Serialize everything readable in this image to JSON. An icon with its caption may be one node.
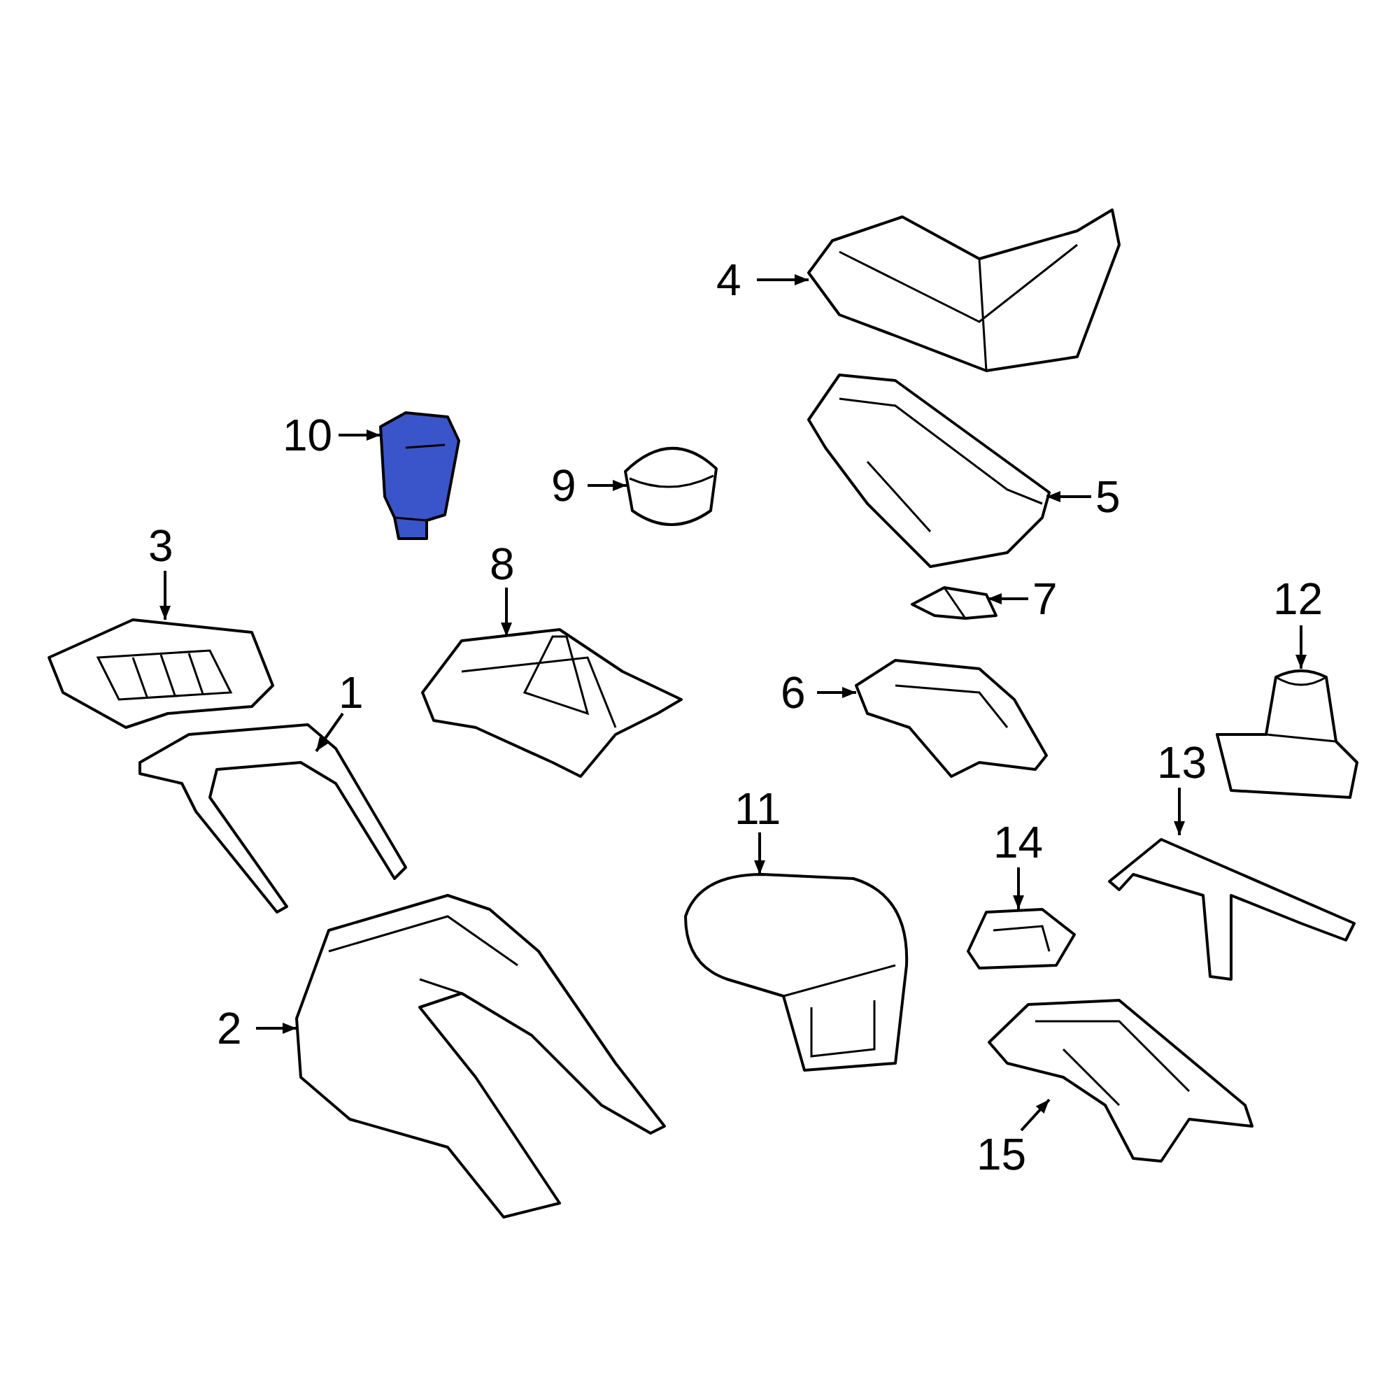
{
  "diagram": {
    "nodes": [
      {
        "text": [
          "4"
        ]
      },
      {
        "text": [
          "10"
        ]
      },
      {
        "text": [
          "9"
        ]
      },
      {
        "text": [
          "5"
        ]
      },
      {
        "text": [
          "7"
        ]
      },
      {
        "text": [
          "12"
        ]
      },
      {
        "text": [
          "3"
        ]
      },
      {
        "text": [
          "8"
        ]
      },
      {
        "text": [
          "6"
        ]
      },
      {
        "text": [
          "1"
        ]
      },
      {
        "text": [
          "13"
        ]
      },
      {
        "text": [
          "11"
        ]
      },
      {
        "text": [
          "14"
        ]
      },
      {
        "text": [
          "2"
        ]
      },
      {
        "text": [
          "15"
        ]
      },
      {
        "text": [],
        "shape": "picture"
      },
      {
        "text": [],
        "shape": "picture"
      },
      {
        "text": [],
        "shape": "picture"
      },
      {
        "text": [],
        "shape": "picture"
      },
      {
        "text": [],
        "shape": "picture"
      },
      {
        "text": [],
        "shape": "picture"
      },
      {
        "text": [],
        "shape": "picture"
      },
      {
        "text": [],
        "shape": "picture"
      },
      {
        "text": [],
        "shape": "picture"
      },
      {
        "text": [],
        "shape": "picture"
      },
      {
        "text": [],
        "shape": "picture"
      },
      {
        "text": [],
        "shape": "picture"
      },
      {
        "text": [],
        "shape": "picture"
      },
      {
        "text": [],
        "shape": "picture"
      },
      {
        "text": [],
        "shape": "picture"
      }
    ],
    "edges": [
      {
        "from": 0,
        "to": 15,
        "arrow": "to"
      },
      {
        "from": 1,
        "to": 16,
        "arrow": "to"
      },
      {
        "from": 2,
        "to": 17,
        "arrow": "to"
      },
      {
        "from": 3,
        "to": 18,
        "arrow": "to"
      },
      {
        "from": 4,
        "to": 19,
        "arrow": "to"
      },
      {
        "from": 5,
        "to": 20,
        "arrow": "to"
      },
      {
        "from": 6,
        "to": 21,
        "arrow": "to"
      },
      {
        "from": 7,
        "to": 22,
        "arrow": "to"
      },
      {
        "from": 8,
        "to": 23,
        "arrow": "to"
      },
      {
        "from": 9,
        "to": 24,
        "arrow": "to"
      },
      {
        "from": 10,
        "to": 25,
        "arrow": "to"
      },
      {
        "from": 11,
        "to": 26,
        "arrow": "to"
      },
      {
        "from": 12,
        "to": 27,
        "arrow": "to"
      },
      {
        "from": 13,
        "to": 28,
        "arrow": "to"
      },
      {
        "from": 14,
        "to": 29,
        "arrow": "to"
      }
    ]
  }
}
